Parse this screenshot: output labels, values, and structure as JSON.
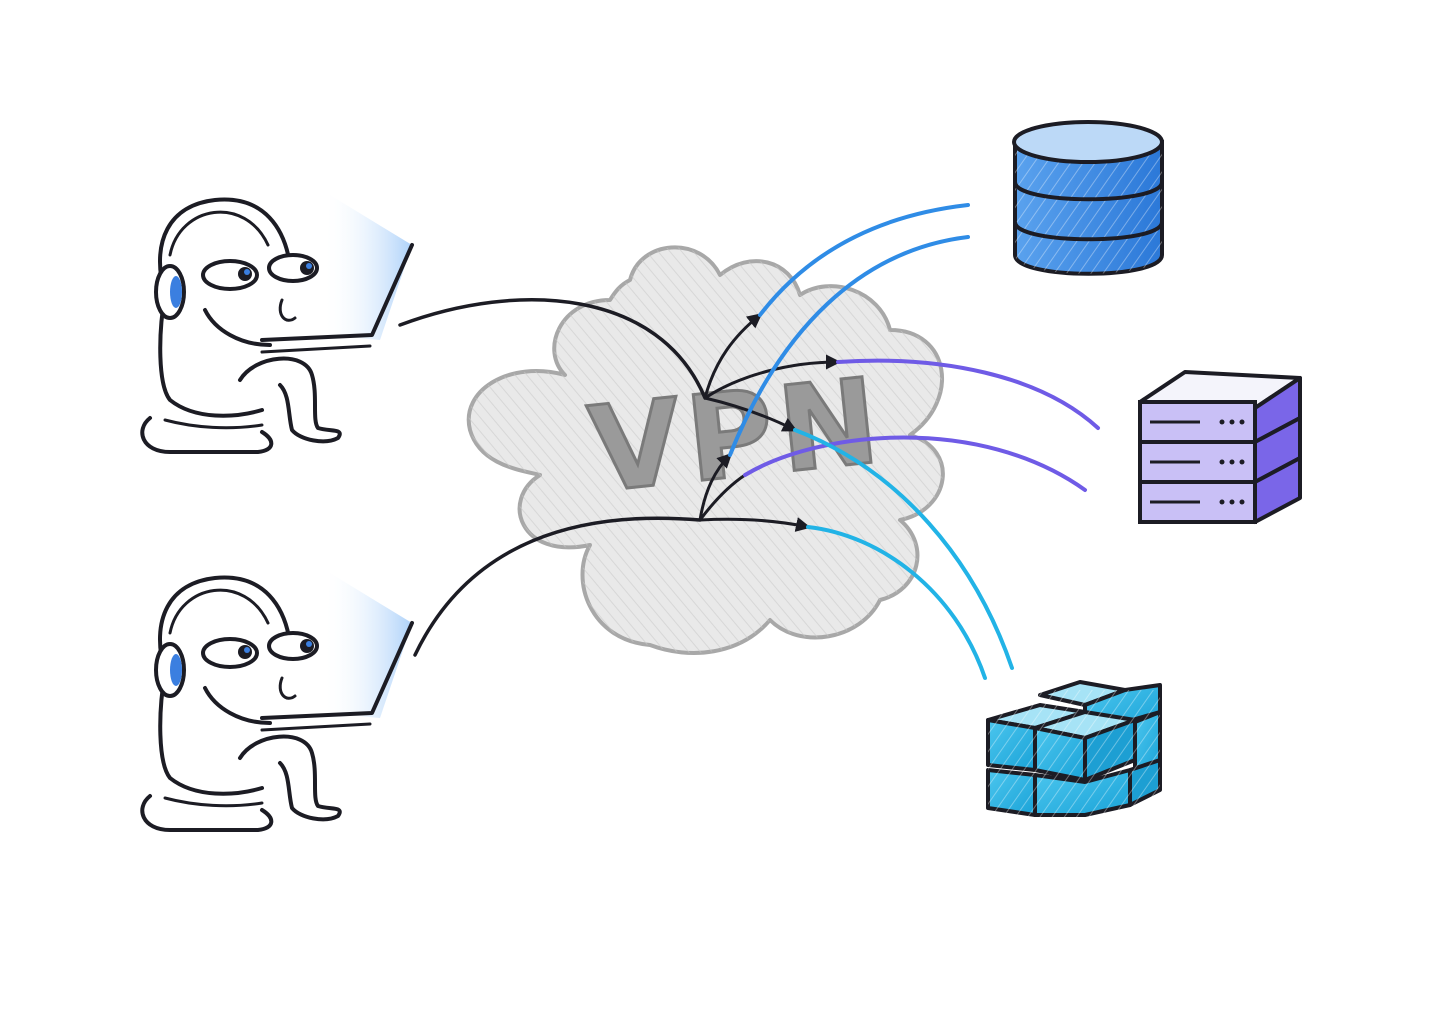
{
  "vpn_label": "VPN",
  "colors": {
    "ink": "#1c1c24",
    "cloud_fill": "#e6e6e6",
    "cloud_stroke": "#a8a8a8",
    "vpn_text": "#9a9a9a",
    "database": "#3b87e0",
    "server": "#a99cf0",
    "server_stroke": "#6a55e0",
    "blocks": "#27b5e3",
    "link_db": "#2f8ce6",
    "link_server": "#6f5be6",
    "link_blocks": "#22b3e6",
    "screen_glow": "#bcd9fb"
  },
  "nodes": {
    "users": [
      "remote-user-top",
      "remote-user-bottom"
    ],
    "vpn": "vpn-cloud",
    "resources": [
      "database-icon",
      "server-rack-icon",
      "cloud-blocks-icon"
    ]
  }
}
